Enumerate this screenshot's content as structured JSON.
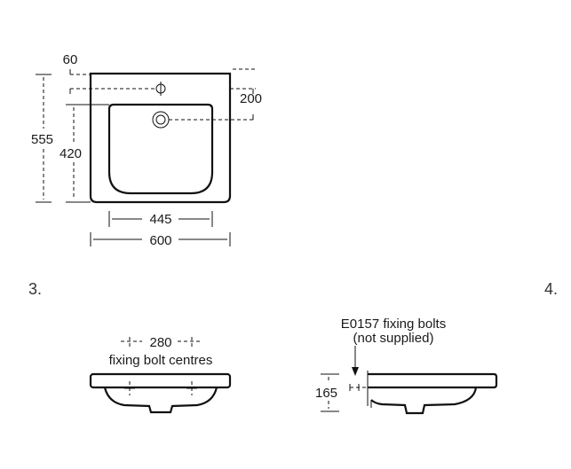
{
  "plan_view": {
    "dim_tap_offset": "60",
    "dim_tap_to_waste": "200",
    "dim_overall_depth": "555",
    "dim_bowl_depth": "420",
    "dim_bowl_width": "445",
    "dim_overall_width": "600"
  },
  "views": {
    "label_3": "3.",
    "label_4": "4."
  },
  "front_view": {
    "dim_bolt_centres": "280",
    "bolt_note": "fixing bolt centres"
  },
  "side_view": {
    "bolt_code_note": "E0157 fixing bolts",
    "bolt_supplied_note": "(not supplied)",
    "dim_height": "165"
  }
}
